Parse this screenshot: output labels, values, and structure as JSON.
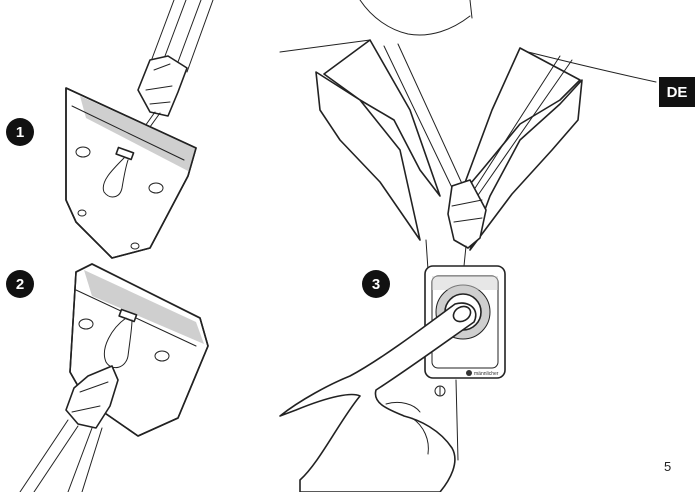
{
  "language_tab": "DE",
  "page_number": "5",
  "steps": [
    {
      "number": "1"
    },
    {
      "number": "2"
    },
    {
      "number": "3"
    }
  ],
  "device": {
    "brand_logo_text": "m&auml;nnlicher"
  }
}
